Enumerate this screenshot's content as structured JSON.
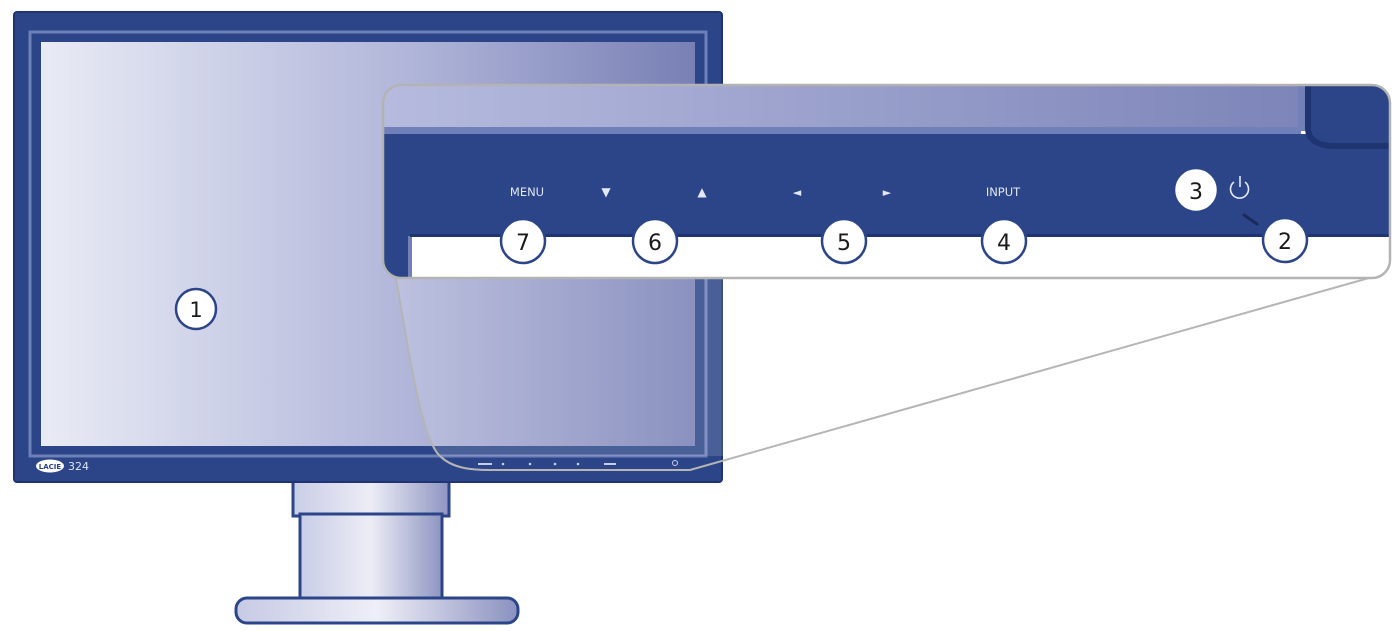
{
  "monitor": {
    "brand": "LACIE",
    "model": "324"
  },
  "bezel_controls": {
    "menu_label": "MENU",
    "down_arrow": "▼",
    "up_arrow": "▲",
    "left_arrow": "◄",
    "right_arrow": "►",
    "input_label": "INPUT",
    "power_symbol": "⏻"
  },
  "callouts": {
    "c1": "1",
    "c2": "2",
    "c3": "3",
    "c4": "4",
    "c5": "5",
    "c6": "6",
    "c7": "7"
  },
  "colors": {
    "bezel": "#2b4588",
    "bezel_dark": "#1f3572",
    "screen_light": "#e6e8f3",
    "screen_dark": "#7c84b8",
    "magnifier_outline": "#b3b3b3"
  }
}
